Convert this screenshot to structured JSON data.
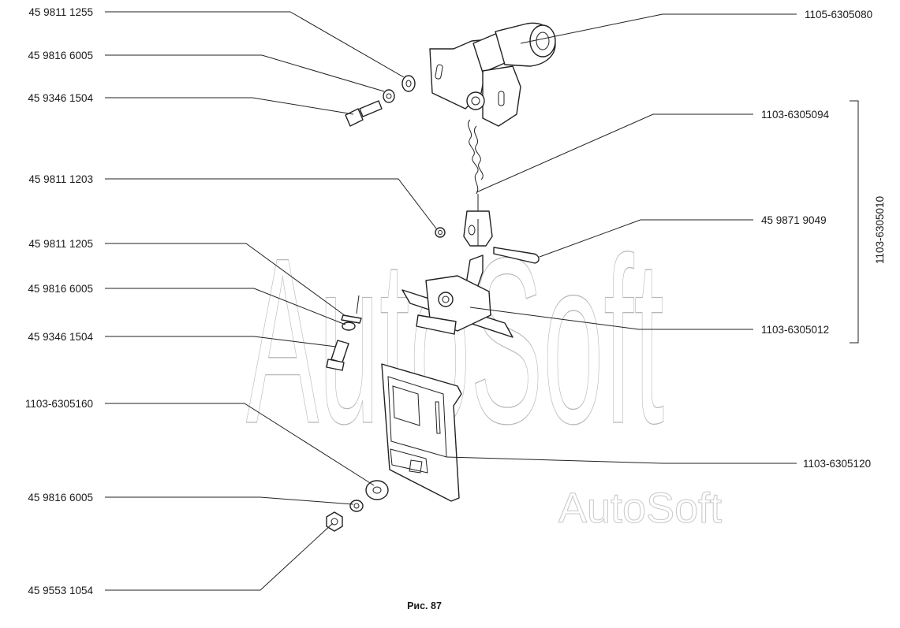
{
  "figure": {
    "caption": "Рис. 87",
    "watermark_large": "AutoSoft",
    "watermark_small": "AutoSoft"
  },
  "labels_left": [
    "45 9811 1255",
    "45 9816 6005",
    "45 9346 1504",
    "45 9811 1203",
    "45 9811 1205",
    "45 9816 6005",
    "45 9346 1504",
    "1103-6305160",
    "45 9816 6005",
    "45 9553 1054"
  ],
  "labels_right": [
    "1105-6305080",
    "1103-6305094",
    "45 9871 9049",
    "1103-6305012",
    "1103-6305120"
  ],
  "group_label": "1103-6305010"
}
